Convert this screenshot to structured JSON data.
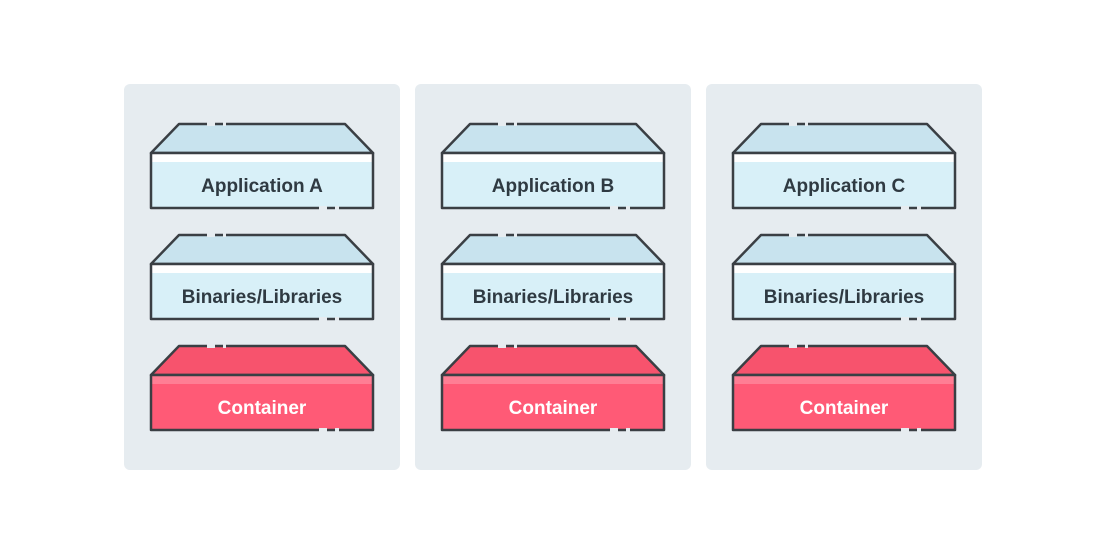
{
  "colors": {
    "background": "#ffffff",
    "panel": "#e6ecf0",
    "outline": "#3a3f44",
    "light_top": "#c8e3ee",
    "light_band": "#ffffff",
    "light_body": "#d8f0f8",
    "light_text": "#2f3a42",
    "red_top": "#f7536d",
    "red_band": "#ff7e94",
    "red_body": "#ff5a76",
    "red_text": "#ffffff"
  },
  "columns": [
    {
      "layers": [
        {
          "label": "Application A",
          "style": "light"
        },
        {
          "label": "Binaries/Libraries",
          "style": "light"
        },
        {
          "label": "Container",
          "style": "red"
        }
      ]
    },
    {
      "layers": [
        {
          "label": "Application B",
          "style": "light"
        },
        {
          "label": "Binaries/Libraries",
          "style": "light"
        },
        {
          "label": "Container",
          "style": "red"
        }
      ]
    },
    {
      "layers": [
        {
          "label": "Application C",
          "style": "light"
        },
        {
          "label": "Binaries/Libraries",
          "style": "light"
        },
        {
          "label": "Container",
          "style": "red"
        }
      ]
    }
  ]
}
